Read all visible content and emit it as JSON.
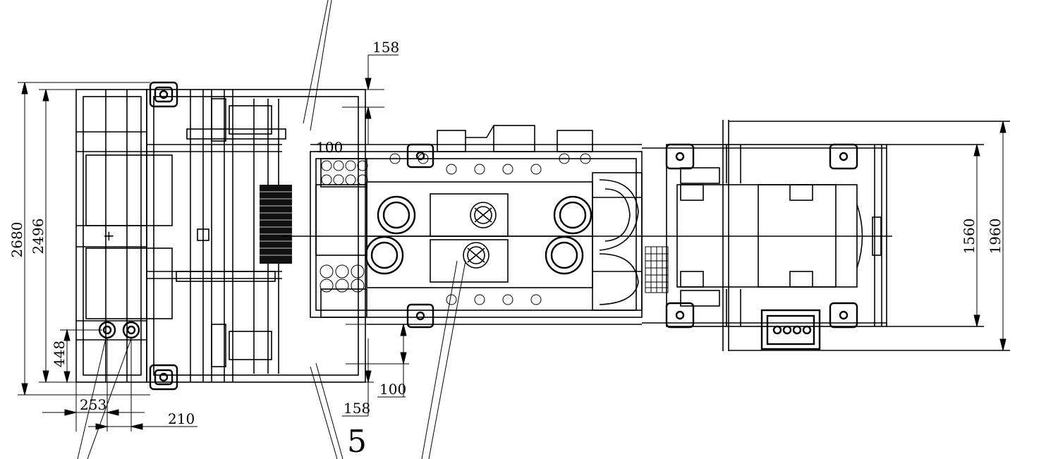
{
  "dimensions": {
    "overall_height_2680": "2680",
    "inner_height_2496": "2496",
    "offset_448": "448",
    "offset_253": "253",
    "offset_210": "210",
    "top_158": "158",
    "top_100": "100",
    "bottom_100": "100",
    "bottom_158": "158",
    "right_1560": "1560",
    "right_1960": "1960"
  },
  "labels": {
    "callout_5": "5"
  },
  "colors": {
    "line": "#000000",
    "background": "#ffffff"
  }
}
